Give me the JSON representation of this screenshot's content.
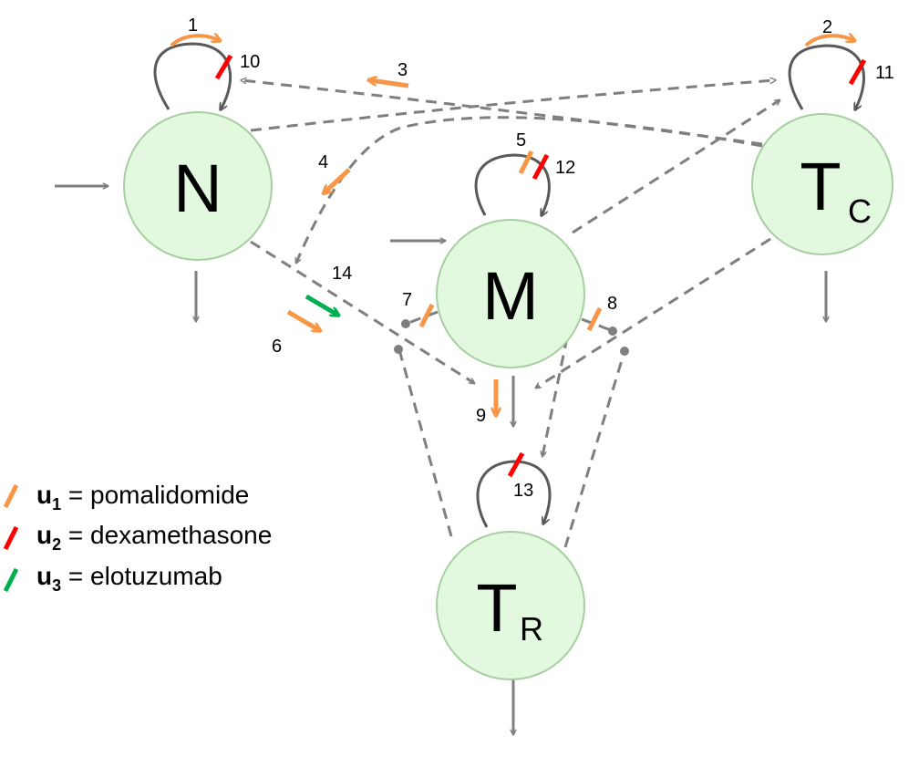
{
  "nodes": {
    "N": {
      "label": "N",
      "sub": ""
    },
    "M": {
      "label": "M",
      "sub": ""
    },
    "Tc": {
      "label": "T",
      "sub": "C"
    },
    "Tr": {
      "label": "T",
      "sub": "R"
    }
  },
  "edge_numbers": {
    "n1": "1",
    "n2": "2",
    "n3": "3",
    "n4": "4",
    "n5": "5",
    "n6": "6",
    "n7": "7",
    "n8": "8",
    "n9": "9",
    "n10": "10",
    "n11": "11",
    "n12": "12",
    "n13": "13",
    "n14": "14"
  },
  "legend": [
    {
      "var": "u",
      "sub": "1",
      "text": " = pomalidomide",
      "color": "#f79646"
    },
    {
      "var": "u",
      "sub": "2",
      "text": " = dexamethasone",
      "color": "#ff0000"
    },
    {
      "var": "u",
      "sub": "3",
      "text": " = elotuzumab",
      "color": "#00b050"
    }
  ],
  "colors": {
    "node_fill": "#e2f8df",
    "node_stroke": "#a6cfa0",
    "edge": "#7f7f7f",
    "pomalidomide": "#f79646",
    "dexamethasone": "#ff0000",
    "elotuzumab": "#00b050"
  }
}
